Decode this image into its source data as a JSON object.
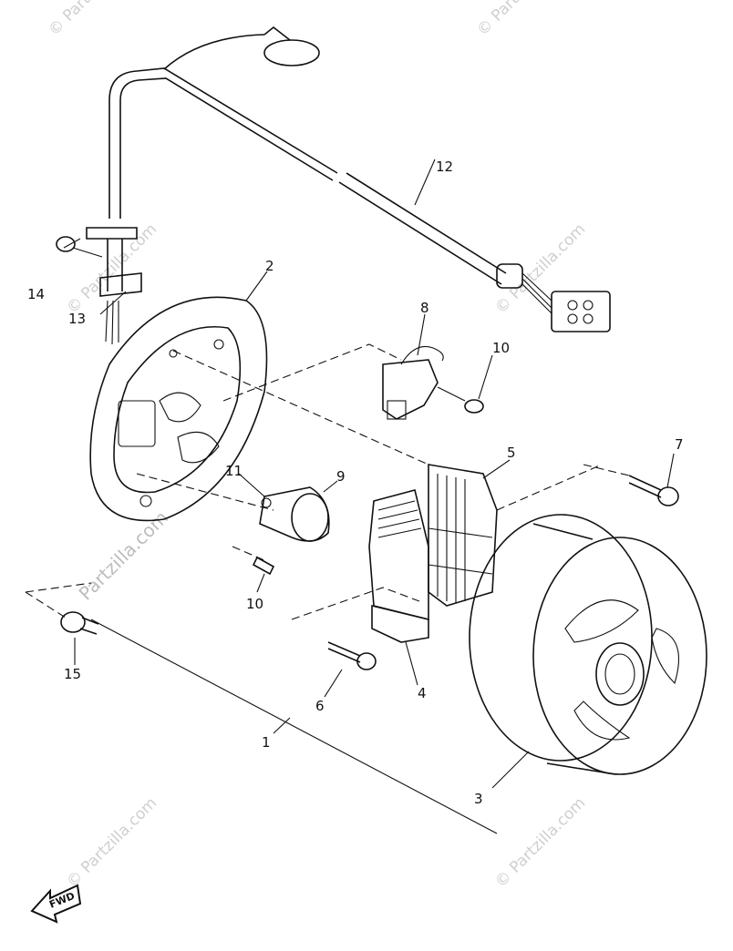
{
  "diagram": {
    "parts": [
      {
        "id": "p1",
        "label": "1"
      },
      {
        "id": "p2",
        "label": "2"
      },
      {
        "id": "p3",
        "label": "3"
      },
      {
        "id": "p4",
        "label": "4"
      },
      {
        "id": "p5",
        "label": "5"
      },
      {
        "id": "p6",
        "label": "6"
      },
      {
        "id": "p7",
        "label": "7"
      },
      {
        "id": "p8",
        "label": "8"
      },
      {
        "id": "p9",
        "label": "9"
      },
      {
        "id": "p10a",
        "label": "10"
      },
      {
        "id": "p10b",
        "label": "10"
      },
      {
        "id": "p11",
        "label": "11"
      },
      {
        "id": "p12",
        "label": "12"
      },
      {
        "id": "p13",
        "label": "13"
      },
      {
        "id": "p14",
        "label": "14"
      },
      {
        "id": "p15",
        "label": "15"
      }
    ],
    "fwd_label": "FWD",
    "watermark": "© Partzilla.com",
    "watermark_main": "Partzilla.com"
  }
}
